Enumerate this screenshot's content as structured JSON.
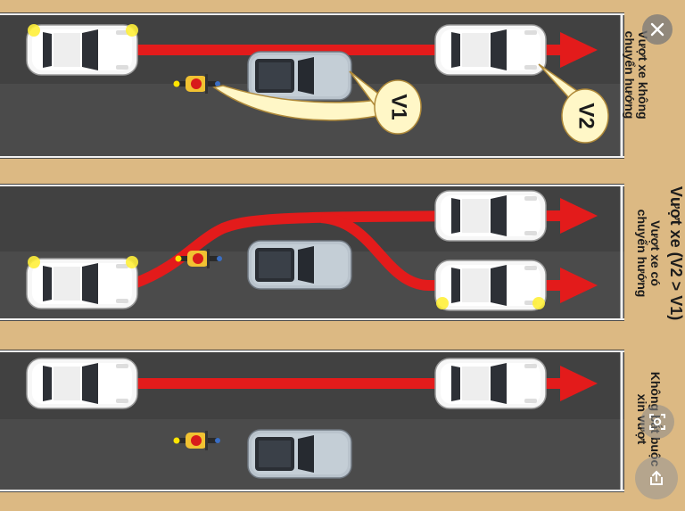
{
  "title": "Vượt xe (V2 > V1)",
  "panels": [
    {
      "id": "top",
      "caption_line1": "Vượt xe không",
      "caption_line2": "chuyển hướng"
    },
    {
      "id": "middle",
      "caption_line1": "Vượt xe có",
      "caption_line2": "chuyển hướng"
    },
    {
      "id": "bottom",
      "caption_line1": "Không bắt buộc",
      "caption_line2": "xin vượt"
    }
  ],
  "bubbles": {
    "v1": "V1",
    "v2": "V2"
  },
  "colors": {
    "background": "#dcb983",
    "road": "#414141",
    "arrow": "#e31b1b",
    "bubble": "#fff7c7"
  },
  "controls": {
    "close_icon": "close-icon",
    "lens_icon": "lens-icon",
    "share_icon": "share-icon"
  }
}
